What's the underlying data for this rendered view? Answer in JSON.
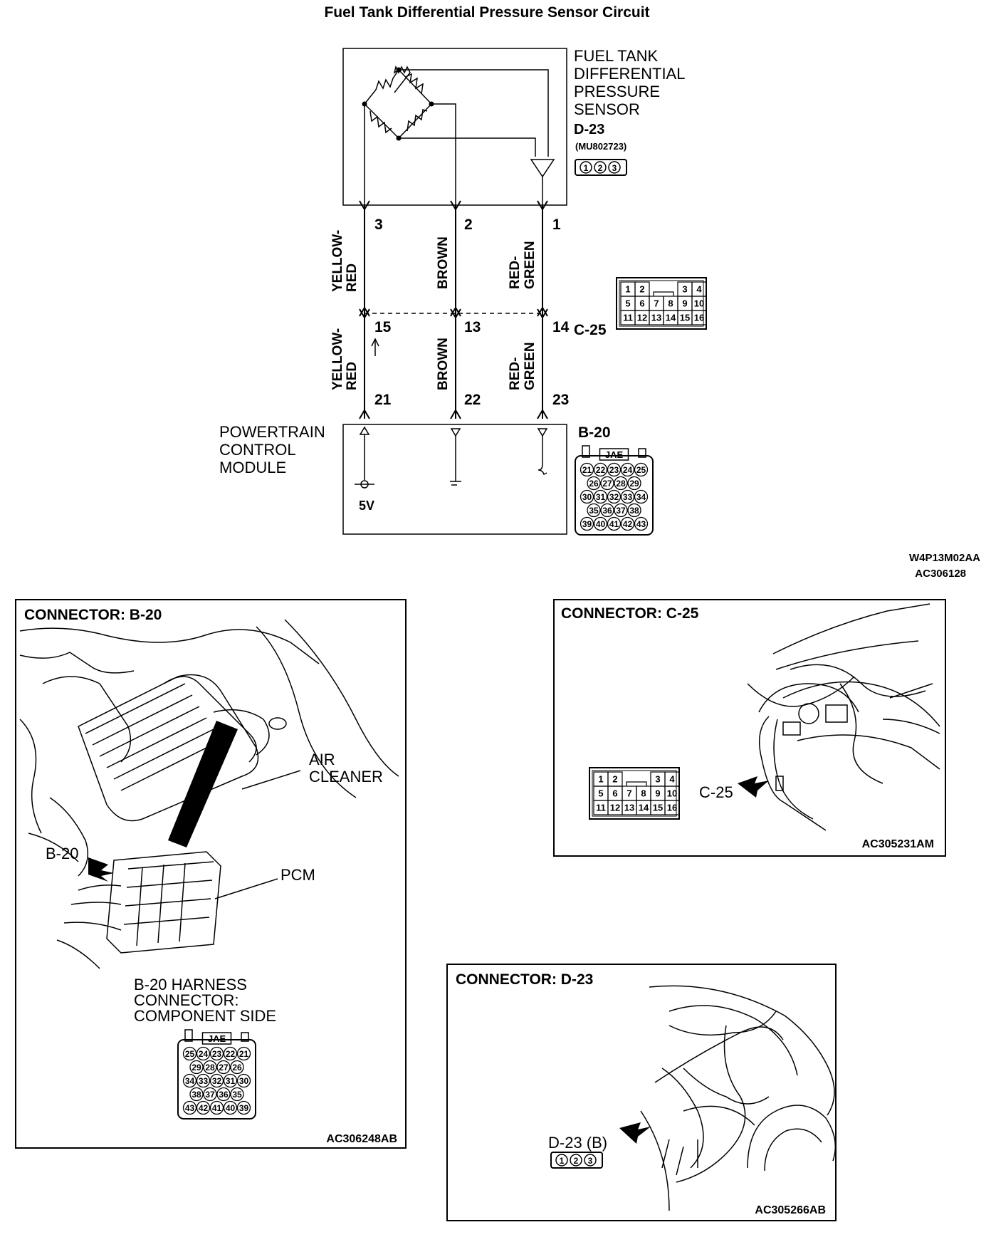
{
  "title": "Fuel Tank Differential Pressure Sensor Circuit",
  "sensor": {
    "name_lines": [
      "FUEL TANK",
      "DIFFERENTIAL",
      "PRESSURE",
      "SENSOR"
    ],
    "connector_id": "D-23",
    "part_number": "(MU802723)",
    "pins": [
      "1",
      "2",
      "3"
    ]
  },
  "wires": [
    {
      "sensor_pin": "3",
      "color_lines": [
        "YELLOW-",
        "RED"
      ],
      "c25_pin": "15",
      "pcm_pin": "21"
    },
    {
      "sensor_pin": "2",
      "color_lines": [
        "BROWN"
      ],
      "c25_pin": "13",
      "pcm_pin": "22"
    },
    {
      "sensor_pin": "1",
      "color_lines": [
        "RED-",
        "GREEN"
      ],
      "c25_pin": "14",
      "pcm_pin": "23"
    }
  ],
  "c25": {
    "id": "C-25",
    "rows": [
      [
        "1",
        "2",
        "",
        "3",
        "4"
      ],
      [
        "5",
        "6",
        "7",
        "8",
        "9",
        "10"
      ],
      [
        "11",
        "12",
        "13",
        "14",
        "15",
        "16"
      ]
    ]
  },
  "pcm": {
    "name_lines": [
      "POWERTRAIN",
      "CONTROL",
      "MODULE"
    ],
    "supply": "5V",
    "connector_id": "B-20",
    "maker": "JAE",
    "rows": [
      [
        "21",
        "22",
        "23",
        "24",
        "25"
      ],
      [
        "26",
        "27",
        "28",
        "29"
      ],
      [
        "30",
        "31",
        "32",
        "33",
        "34"
      ],
      [
        "35",
        "36",
        "37",
        "38"
      ],
      [
        "39",
        "40",
        "41",
        "42",
        "43"
      ]
    ]
  },
  "figure_codes": [
    "W4P13M02AA",
    "AC306128"
  ],
  "panel_b20": {
    "heading": "CONNECTOR: B-20",
    "labels": {
      "air_cleaner": [
        "AIR",
        "CLEANER"
      ],
      "b20": "B-20",
      "pcm": "PCM"
    },
    "harness_caption": [
      "B-20 HARNESS",
      "CONNECTOR:",
      "COMPONENT SIDE"
    ],
    "maker": "JAE",
    "rows": [
      [
        "25",
        "24",
        "23",
        "22",
        "21"
      ],
      [
        "29",
        "28",
        "27",
        "26"
      ],
      [
        "34",
        "33",
        "32",
        "31",
        "30"
      ],
      [
        "38",
        "37",
        "36",
        "35"
      ],
      [
        "43",
        "42",
        "41",
        "40",
        "39"
      ]
    ],
    "code": "AC306248AB"
  },
  "panel_c25": {
    "heading": "CONNECTOR: C-25",
    "label": "C-25",
    "rows": [
      [
        "1",
        "2",
        "",
        "3",
        "4"
      ],
      [
        "5",
        "6",
        "7",
        "8",
        "9",
        "10"
      ],
      [
        "11",
        "12",
        "13",
        "14",
        "15",
        "16"
      ]
    ],
    "code": "AC305231AM"
  },
  "panel_d23": {
    "heading": "CONNECTOR: D-23",
    "label": "D-23 (B)",
    "pins": [
      "1",
      "2",
      "3"
    ],
    "code": "AC305266AB"
  }
}
